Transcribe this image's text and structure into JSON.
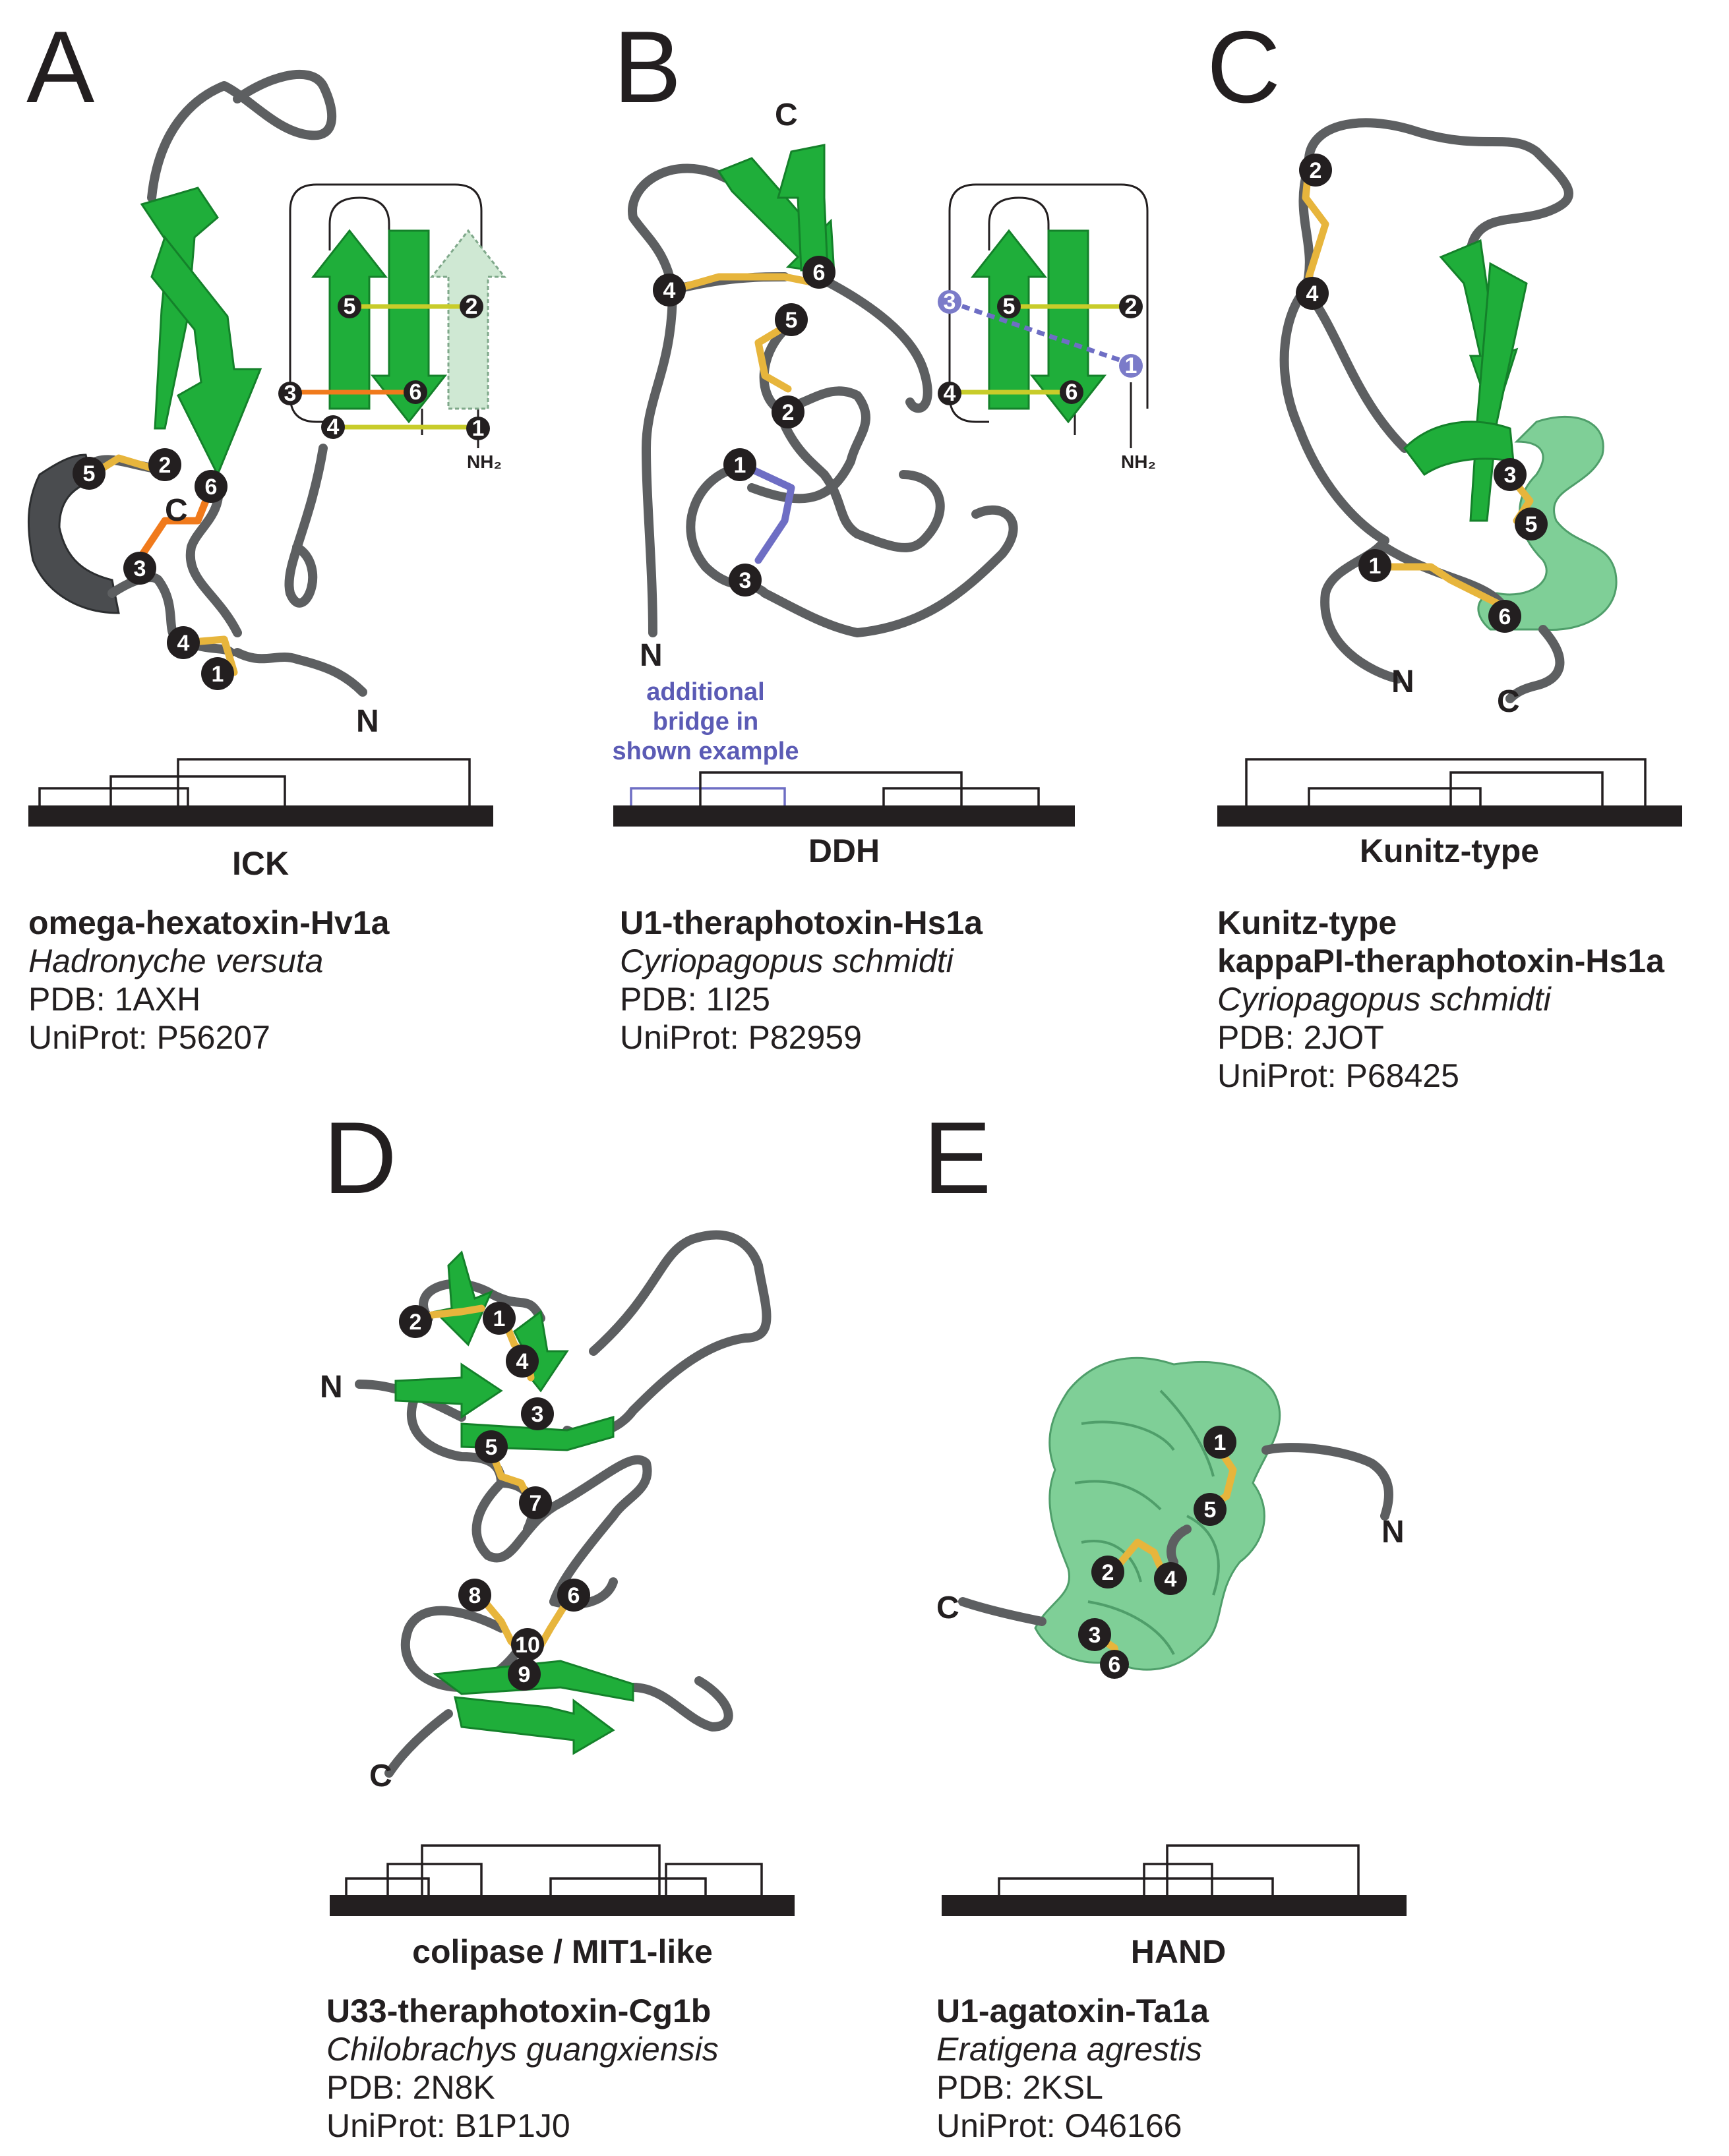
{
  "panels": [
    {
      "letter": "A",
      "family": "ICK",
      "name": "omega-hexatoxin-Hv1a",
      "species": "Hadronyche versuta",
      "pdb": "PDB: 1AXH",
      "uniprot": "UniProt: P56207"
    },
    {
      "letter": "B",
      "family": "DDH",
      "name": "U1-theraphotoxin-Hs1a",
      "species": "Cyriopagopus schmidti",
      "pdb": "PDB: 1I25",
      "uniprot": "UniProt: P82959",
      "note": [
        "additional",
        "bridge in",
        "shown example"
      ]
    },
    {
      "letter": "C",
      "family": "Kunitz-type",
      "name": [
        "Kunitz-type",
        "kappaPI-theraphotoxin-Hs1a"
      ],
      "species": "Cyriopagopus schmidti",
      "pdb": "PDB: 2JOT",
      "uniprot": "UniProt: P68425"
    },
    {
      "letter": "D",
      "family": "colipase / MIT1-like",
      "name": "U33-theraphotoxin-Cg1b",
      "species": "Chilobrachys guangxiensis",
      "pdb": "PDB: 2N8K",
      "uniprot": "UniProt: B1P1J0"
    },
    {
      "letter": "E",
      "family": "HAND",
      "name": "U1-agatoxin-Ta1a",
      "species": "Eratigena agrestis",
      "pdb": "PDB: 2KSL",
      "uniprot": "UniProt: O46166"
    }
  ],
  "termini": {
    "n": "N",
    "c": "C",
    "nh2": "NH₂"
  },
  "cysteines": [
    "1",
    "2",
    "3",
    "4",
    "5",
    "6",
    "7",
    "8",
    "9",
    "10"
  ],
  "colors": {
    "strand": "#1fae3a",
    "helix": "#7fcf97",
    "coil": "#5d5f61",
    "disulfide": "#e7b53c",
    "extra_bridge": "#6e6ec4",
    "ick_bridge": "#f07a1c"
  }
}
